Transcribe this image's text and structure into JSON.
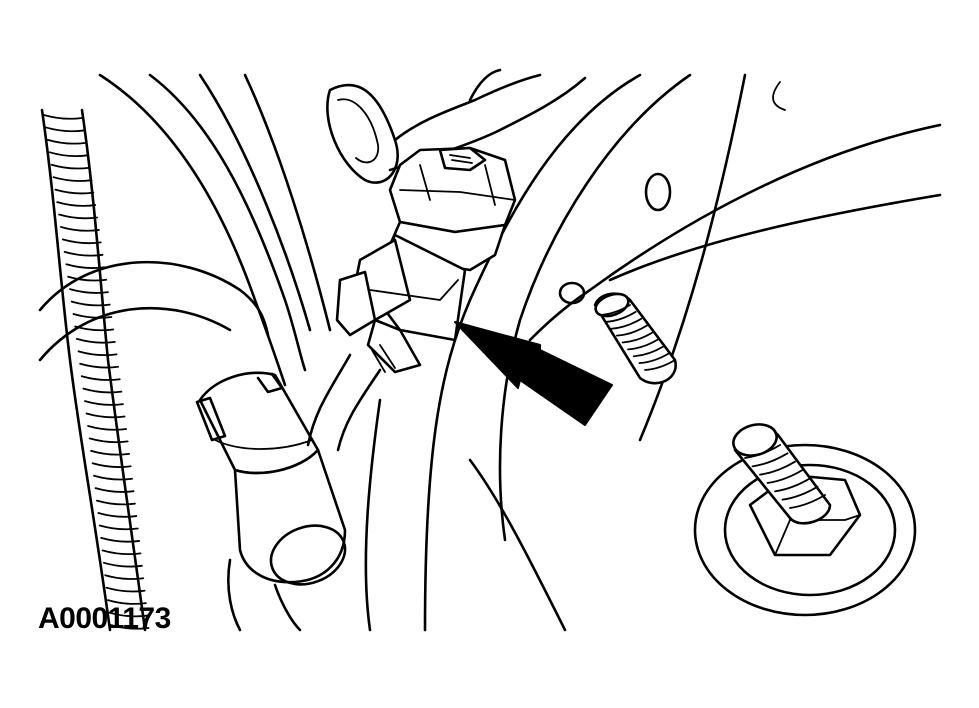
{
  "figure": {
    "id_label": "A0001173"
  },
  "colors": {
    "ink": "#000000",
    "background": "#ffffff"
  },
  "parts": [
    "engine-block",
    "mounting-bracket",
    "sensor-body",
    "electrical-connector",
    "wiring-harness",
    "hose",
    "hose-end-cap",
    "threaded-stud",
    "stud-with-nut",
    "callout-arrow"
  ]
}
